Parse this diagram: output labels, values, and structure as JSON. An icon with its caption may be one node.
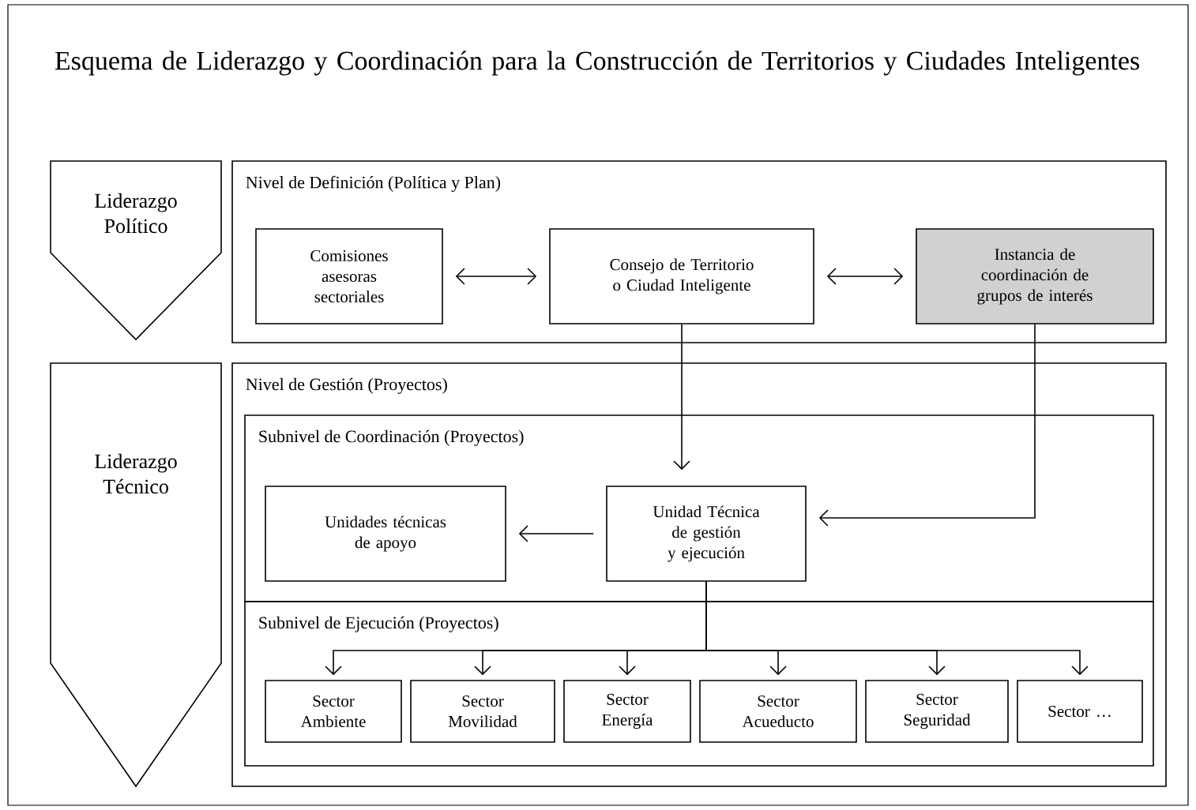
{
  "diagram": {
    "title": "Esquema de Liderazgo y Coordinación para la Construcción de Territorios y Ciudades Inteligentes",
    "nodes": [
      {
        "text": [
          "Liderazgo Político"
        ]
      },
      {
        "text": [
          "Liderazgo Técnico"
        ]
      },
      {
        "text": [
          "Nivel de Definición (Política y Plan)"
        ]
      },
      {
        "text": [
          "Comisiones asesoras sectoriales"
        ],
        "in": 2
      },
      {
        "text": [
          "Consejo de Territorio o Ciudad Inteligente"
        ],
        "in": 2
      },
      {
        "text": [
          "Instancia de coordinación de grupos de interés"
        ],
        "in": 2
      },
      {
        "text": [
          "Nivel de Gestión (Proyectos)"
        ]
      },
      {
        "text": [
          "Subnivel de Coordinación (Proyectos)"
        ],
        "in": 6
      },
      {
        "text": [
          "Unidades técnicas de apoyo"
        ],
        "in": 7
      },
      {
        "text": [
          "Unidad Técnica de gestión y ejecución"
        ],
        "in": 7
      },
      {
        "text": [
          "Subnivel de Ejecución (Proyectos)"
        ],
        "in": 6
      },
      {
        "text": [
          "Sector Ambiente"
        ],
        "in": 10
      },
      {
        "text": [
          "Sector Movilidad"
        ],
        "in": 10
      },
      {
        "text": [
          "Sector Energía"
        ],
        "in": 10
      },
      {
        "text": [
          "Sector Acueducto"
        ],
        "in": 10
      },
      {
        "text": [
          "Sector Seguridad"
        ],
        "in": 10
      },
      {
        "text": [
          "Sector …"
        ],
        "in": 10
      }
    ],
    "edges": [
      {
        "from": 3,
        "to": 4,
        "arrow": "both"
      },
      {
        "from": 4,
        "to": 5,
        "arrow": "both"
      },
      {
        "from": 4,
        "to": 9,
        "arrow": "to"
      },
      {
        "from": 5,
        "to": 9,
        "arrow": "to"
      },
      {
        "from": 9,
        "to": 8,
        "arrow": "to"
      },
      {
        "from": 9,
        "to": 11,
        "arrow": "to"
      },
      {
        "from": 9,
        "to": 12,
        "arrow": "to"
      },
      {
        "from": 9,
        "to": 13,
        "arrow": "to"
      },
      {
        "from": 9,
        "to": 14,
        "arrow": "to"
      },
      {
        "from": 9,
        "to": 15,
        "arrow": "to"
      },
      {
        "from": 9,
        "to": 16,
        "arrow": "to"
      }
    ]
  }
}
